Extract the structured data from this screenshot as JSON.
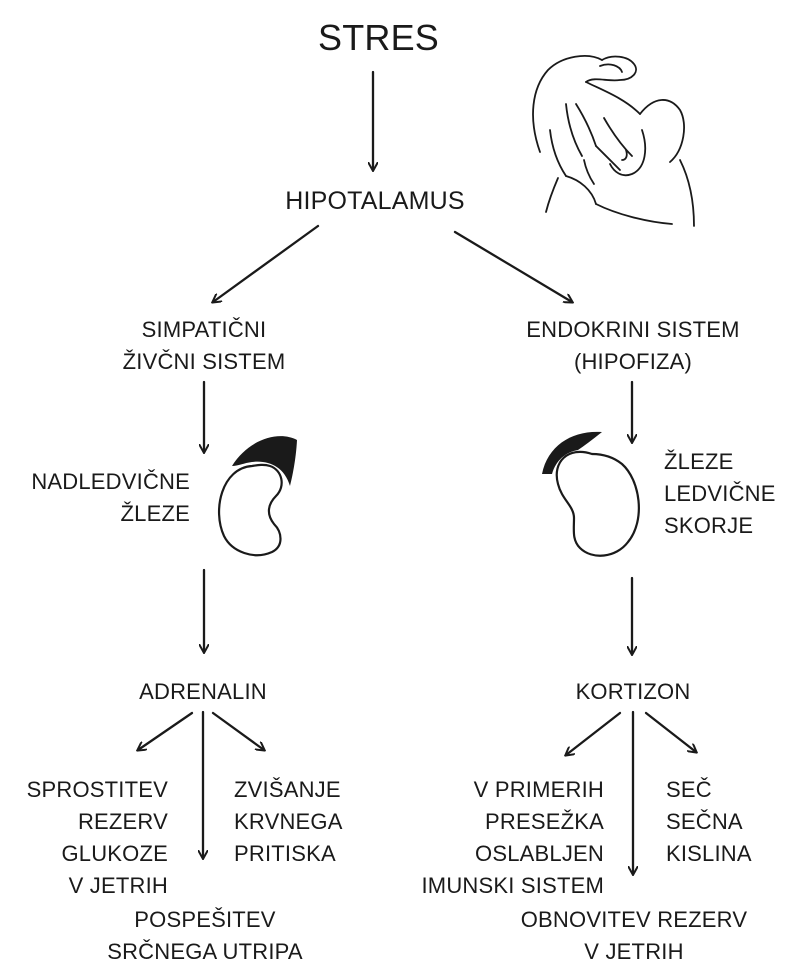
{
  "nodes": {
    "stres": "STRES",
    "hipotalamus": "HIPOTALAMUS",
    "simpaticni": [
      "SIMPATIČNI",
      "ŽIVČNI SISTEM"
    ],
    "endokrini": [
      "ENDOKRINI SISTEM",
      "(HIPOFIZA)"
    ],
    "nadledvicne": [
      "NADLEDVIČNE",
      "ŽLEZE"
    ],
    "zleze_skorje": [
      "ŽLEZE",
      "LEDVIČNE",
      "SKORJE"
    ],
    "adrenalin": "ADRENALIN",
    "kortizon": "KORTIZON",
    "sprostitev": [
      "SPROSTITEV",
      "REZERV",
      "GLUKOZE",
      "V JETRIH"
    ],
    "zvisanje": [
      "ZVIŠANJE",
      "KRVNEGA",
      "PRITISKA"
    ],
    "pospesitev": [
      "POSPEŠITEV",
      "SRČNEGA UTRIPA"
    ],
    "primerih": [
      "V PRIMERIH",
      "PRESEŽKA",
      "OSLABLJEN",
      "IMUNSKI SISTEM"
    ],
    "sec": [
      "SEČ",
      "SEČNA",
      "KISLINA"
    ],
    "obnovitev": [
      "OBNOVITEV REZERV",
      "V JETRIH"
    ]
  },
  "colors": {
    "ink": "#1a1a1a",
    "background": "#ffffff"
  },
  "icons": [
    "stressed-person-sketch",
    "left-adrenal-gland-icon",
    "right-adrenal-gland-icon"
  ]
}
